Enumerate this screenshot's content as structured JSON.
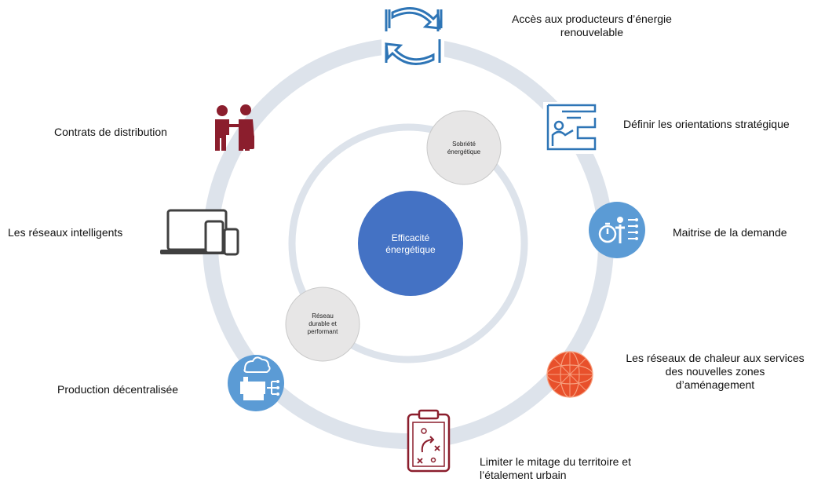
{
  "center": {
    "line1": "Efficacité",
    "line2": "énergétique"
  },
  "inner_nodes": {
    "sobriete": {
      "line1": "Sobriété",
      "line2": "énergétique"
    },
    "reseau": {
      "line1": "Réseau",
      "line2": "durable et",
      "line3": "performant"
    }
  },
  "items": {
    "acces": {
      "line1": "Accès aux producteurs d’énergie",
      "line2": "renouvelable",
      "icon": "recycle-arrows-icon"
    },
    "definir": {
      "line1": "Définir les orientations stratégique",
      "icon": "strategy-presentation-icon"
    },
    "maitrise": {
      "line1": "Maitrise de la demande",
      "icon": "timer-person-icon"
    },
    "chaleur": {
      "line1": "Les réseaux de chaleur aux services",
      "line2": "des nouvelles zones",
      "line3": "d’aménagement",
      "icon": "network-globe-icon"
    },
    "limiter": {
      "line1": "Limiter le mitage du territoire et",
      "line2": "l’étalement urbain",
      "icon": "clipboard-strategy-icon"
    },
    "production": {
      "line1": "Production décentralisée",
      "icon": "cloud-factory-icon"
    },
    "reseaux": {
      "line1": "Les réseaux intelligents",
      "icon": "devices-icon"
    },
    "contrats": {
      "line1": "Contrats de distribution",
      "icon": "handshake-icon"
    }
  },
  "colors": {
    "ring": "#dde3eb",
    "center_fill": "#4472c4",
    "inner_node_fill": "#e7e6e6",
    "icon_blue": "#2e75b6",
    "icon_circle_blue": "#5b9bd5",
    "icon_maroon": "#8b1e2d",
    "icon_orange": "#e8502b",
    "icon_gray": "#404040"
  }
}
